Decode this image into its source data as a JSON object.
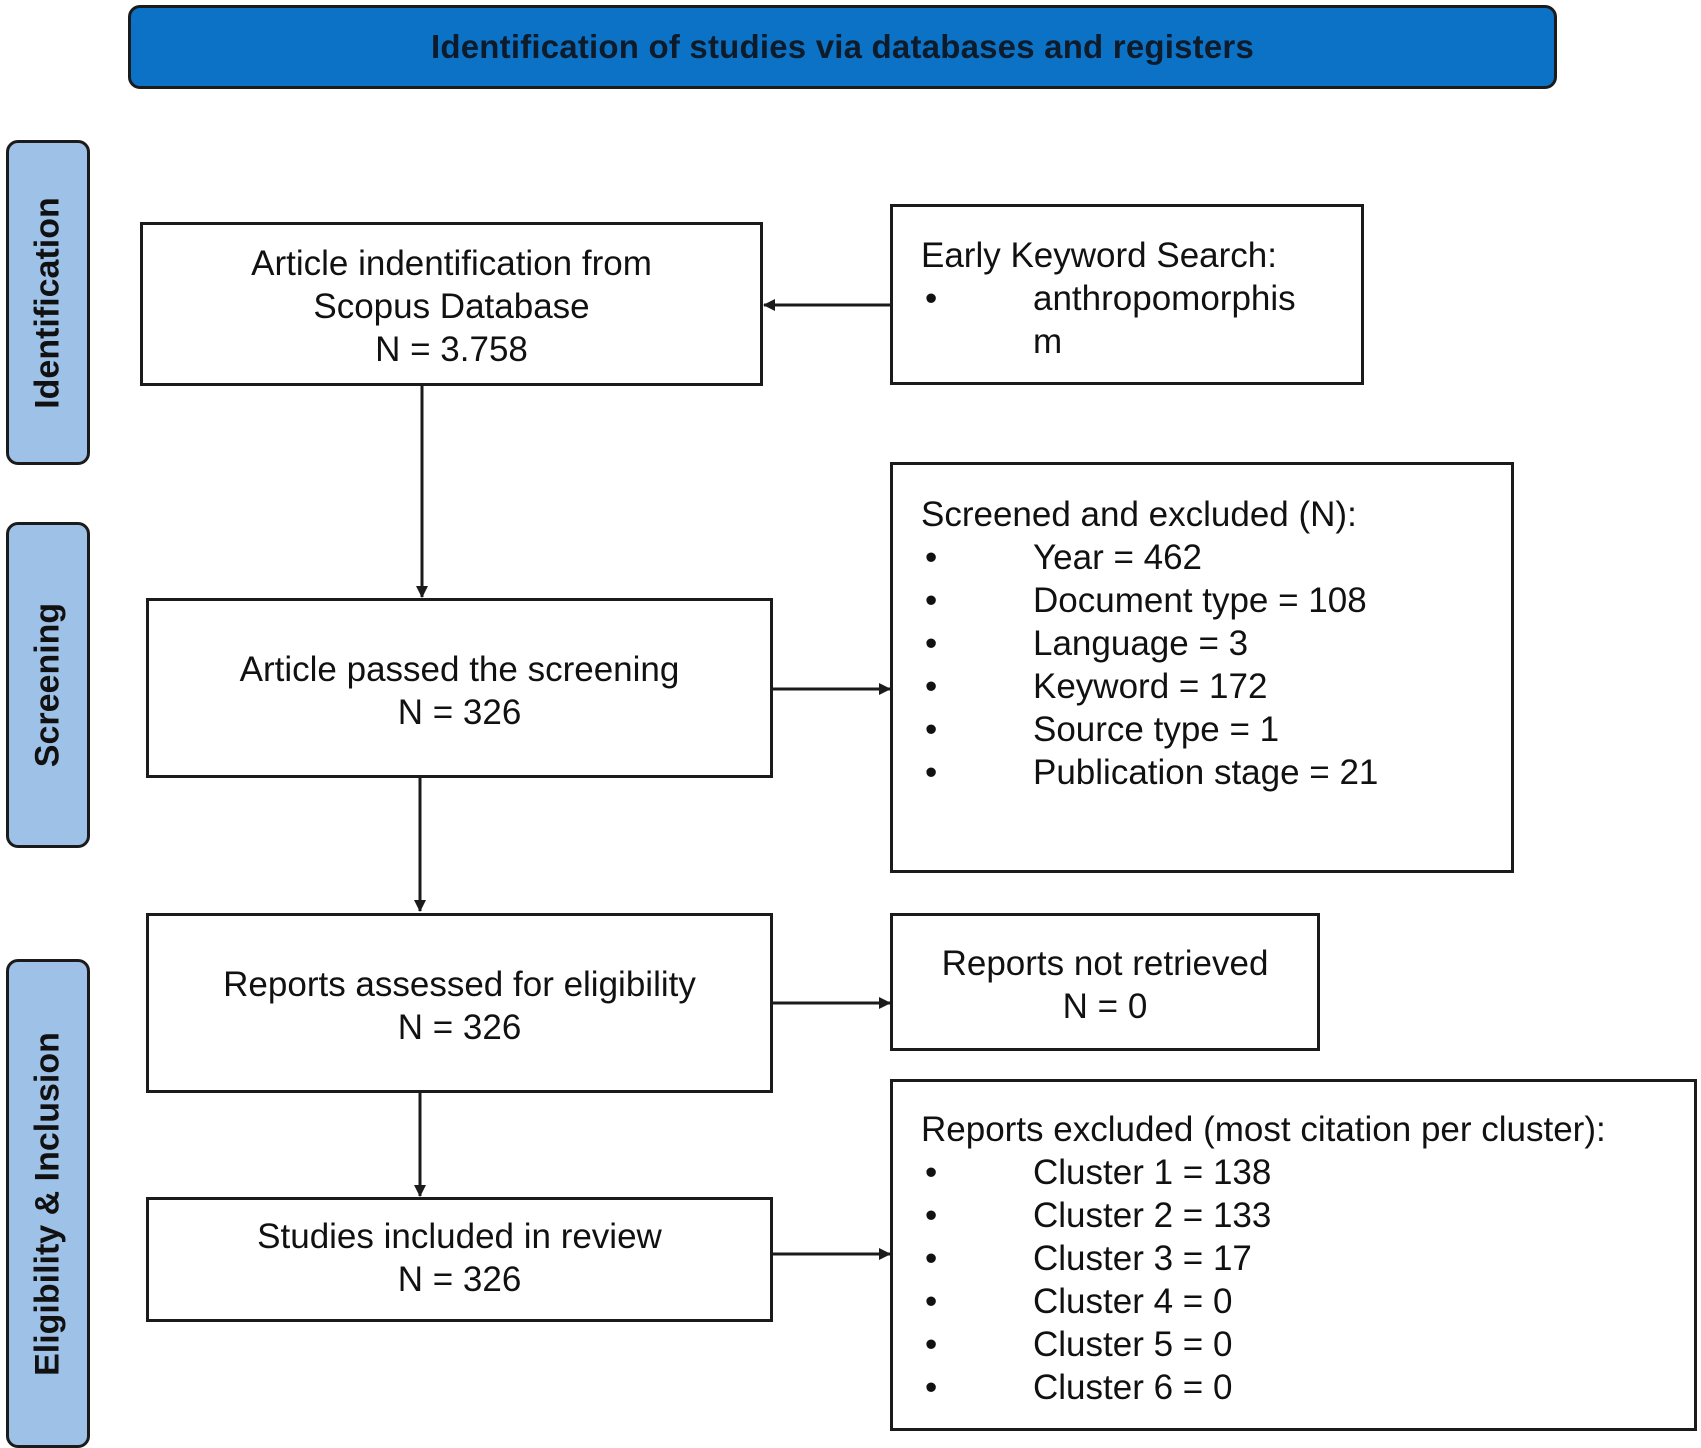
{
  "header": {
    "title": "Identification of studies via databases and registers"
  },
  "stages": {
    "identification": "Identification",
    "screening": "Screening",
    "eligibility": "Eligibility & Inclusion"
  },
  "boxes": {
    "identification": {
      "line1": "Article indentification from",
      "line2": "Scopus Database",
      "line3": "N = 3.758"
    },
    "keyword": {
      "title": "Early Keyword Search:",
      "items": [
        "anthropomorphis",
        "m"
      ]
    },
    "screening": {
      "line1": "Article passed the screening",
      "line2": "N = 326"
    },
    "screened_excluded": {
      "title": "Screened and excluded (N):",
      "items": [
        "Year = 462",
        "Document type = 108",
        "Language = 3",
        "Keyword = 172",
        "Source type = 1",
        "Publication stage = 21"
      ]
    },
    "eligibility": {
      "line1": "Reports assessed for eligibility",
      "line2": "N = 326"
    },
    "not_retrieved": {
      "line1": "Reports not retrieved",
      "line2": "N = 0"
    },
    "included": {
      "line1": "Studies included in review",
      "line2": "N = 326"
    },
    "reports_excluded": {
      "title": "Reports excluded (most citation per cluster):",
      "items": [
        "Cluster 1 = 138",
        "Cluster 2 = 133",
        "Cluster 3 = 17",
        "Cluster 4 = 0",
        "Cluster 5 = 0",
        "Cluster 6 = 0"
      ]
    }
  },
  "colors": {
    "header_fill": "#0c72c6",
    "stage_fill": "#9ec1e8",
    "border": "#1b1b1b"
  }
}
